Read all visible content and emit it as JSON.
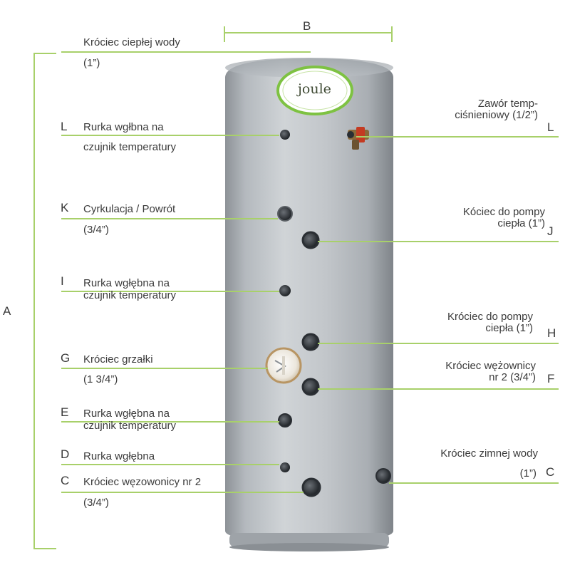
{
  "colors": {
    "guide_line": "#a8d06a",
    "tank_body": "#b9bec3",
    "logo_ring": "#7ec242"
  },
  "dimensions": {
    "width_letter": "B",
    "height_letter": "A"
  },
  "logo": {
    "text": "joule"
  },
  "labels_left": [
    {
      "letter": "",
      "line1": "Króciec ciepłej wody",
      "line2": "(1”)"
    },
    {
      "letter": "L",
      "line1": "Rurka wgłbna na",
      "line2": "czujnik temperatury"
    },
    {
      "letter": "K",
      "line1": "Cyrkulacja / Powrót",
      "line2": "(3/4”)"
    },
    {
      "letter": "I",
      "line1": "Rurka wgłębna na",
      "line2": "czujnik temperatury"
    },
    {
      "letter": "G",
      "line1": "Króciec grzałki",
      "line2": "(1 3/4”)"
    },
    {
      "letter": "E",
      "line1": "Rurka wgłębna na",
      "line2": "czujnik temperatury"
    },
    {
      "letter": "D",
      "line1": "Rurka wgłębna",
      "line2": ""
    },
    {
      "letter": "C",
      "line1": "Króciec węzowonicy nr 2",
      "line2": "(3/4”)"
    }
  ],
  "labels_right": [
    {
      "letter": "L",
      "line1": "Zawór temp-",
      "line2": "ciśnieniowy (1/2”)"
    },
    {
      "letter": "J",
      "line1": "Kóciec do pompy",
      "line2": "ciepła   (1”)"
    },
    {
      "letter": "H",
      "line1": "Króciec do pompy",
      "line2": "ciepła   (1”)"
    },
    {
      "letter": "F",
      "line1": "Króciec wężownicy",
      "line2": "nr 2 (3/4”)"
    },
    {
      "letter": "C",
      "line1": "Króciec zimnej wody",
      "line2": "(1”)"
    }
  ]
}
